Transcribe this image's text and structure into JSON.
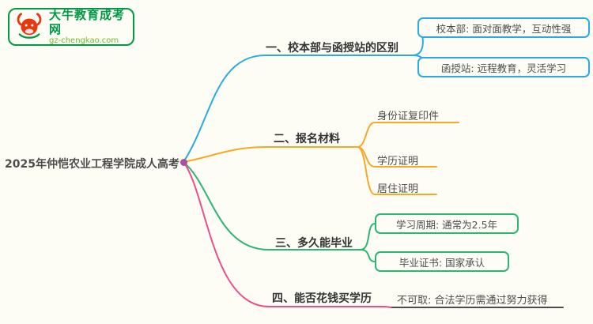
{
  "logo": {
    "title": "大牛教育成考网",
    "subtitle": "gz-chengkao.com"
  },
  "root": {
    "label": "2025年仲恺农业工程学院成人高考"
  },
  "colors": {
    "branch1": "#29abe2",
    "branch2": "#f9a825",
    "branch3": "#2bb673",
    "branch4": "#ec4d8c",
    "root_dot": "#a8519e",
    "logo_green": "#009944",
    "text": "#4d4d4d"
  },
  "branches": [
    {
      "label": "一、校本部与函授站的区别",
      "color": "#29abe2",
      "children": [
        "校本部: 面对面教学，互动性强",
        "函授站: 远程教育，灵活学习"
      ]
    },
    {
      "label": "二、报名材料",
      "color": "#f9a825",
      "children": [
        "身份证复印件",
        "学历证明",
        "居住证明"
      ]
    },
    {
      "label": "三、多久能毕业",
      "color": "#2bb673",
      "children": [
        "学习周期: 通常为2.5年",
        "毕业证书: 国家承认"
      ]
    },
    {
      "label": "四、能否花钱买学历",
      "color": "#ec4d8c",
      "children": [
        "不可取: 合法学历需通过努力获得"
      ]
    }
  ]
}
